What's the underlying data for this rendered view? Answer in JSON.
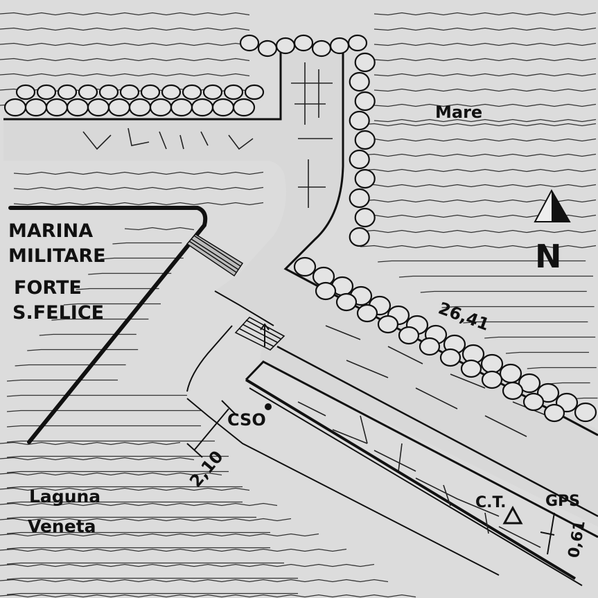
{
  "labels": {
    "sea": "Mare",
    "zone_line1": "MARINA",
    "zone_line2": "MILITARE",
    "fort_line1": "FORTE",
    "fort_line2": "S.FELICE",
    "lagoon_line1": "Laguna",
    "lagoon_line2": "Veneta",
    "benchmark": "CSO",
    "tide_gauge": "C.T.",
    "gps": "GPS",
    "north": "N"
  },
  "dimensions": {
    "sea_wall": "26,41",
    "offset_cso": "2,10",
    "offset_gps": "0,61"
  },
  "colors": {
    "paper": "#dcdcdc",
    "ink": "#111111"
  }
}
